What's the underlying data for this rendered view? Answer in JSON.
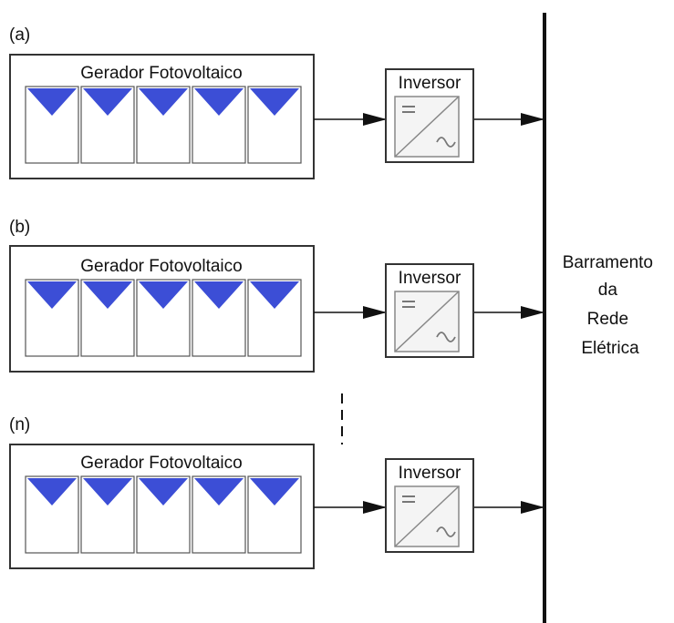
{
  "rows": [
    {
      "tag": "(a)",
      "generator_label": "Gerador Fotovoltaico",
      "inverter_label": "Inversor"
    },
    {
      "tag": "(b)",
      "generator_label": "Gerador Fotovoltaico",
      "inverter_label": "Inversor"
    },
    {
      "tag": "(n)",
      "generator_label": "Gerador Fotovoltaico",
      "inverter_label": "Inversor"
    }
  ],
  "bus_label": [
    "Barramento",
    "da",
    "Rede",
    "Elétrica"
  ],
  "panels_per_generator": 5,
  "colors": {
    "panel_triangle": "#3c4ed6",
    "frame": "#333333",
    "inverter_inner": "#888888"
  },
  "icons": {
    "inverter_symbol": "dc-ac-converter-icon",
    "arrow": "arrow-right-icon"
  }
}
